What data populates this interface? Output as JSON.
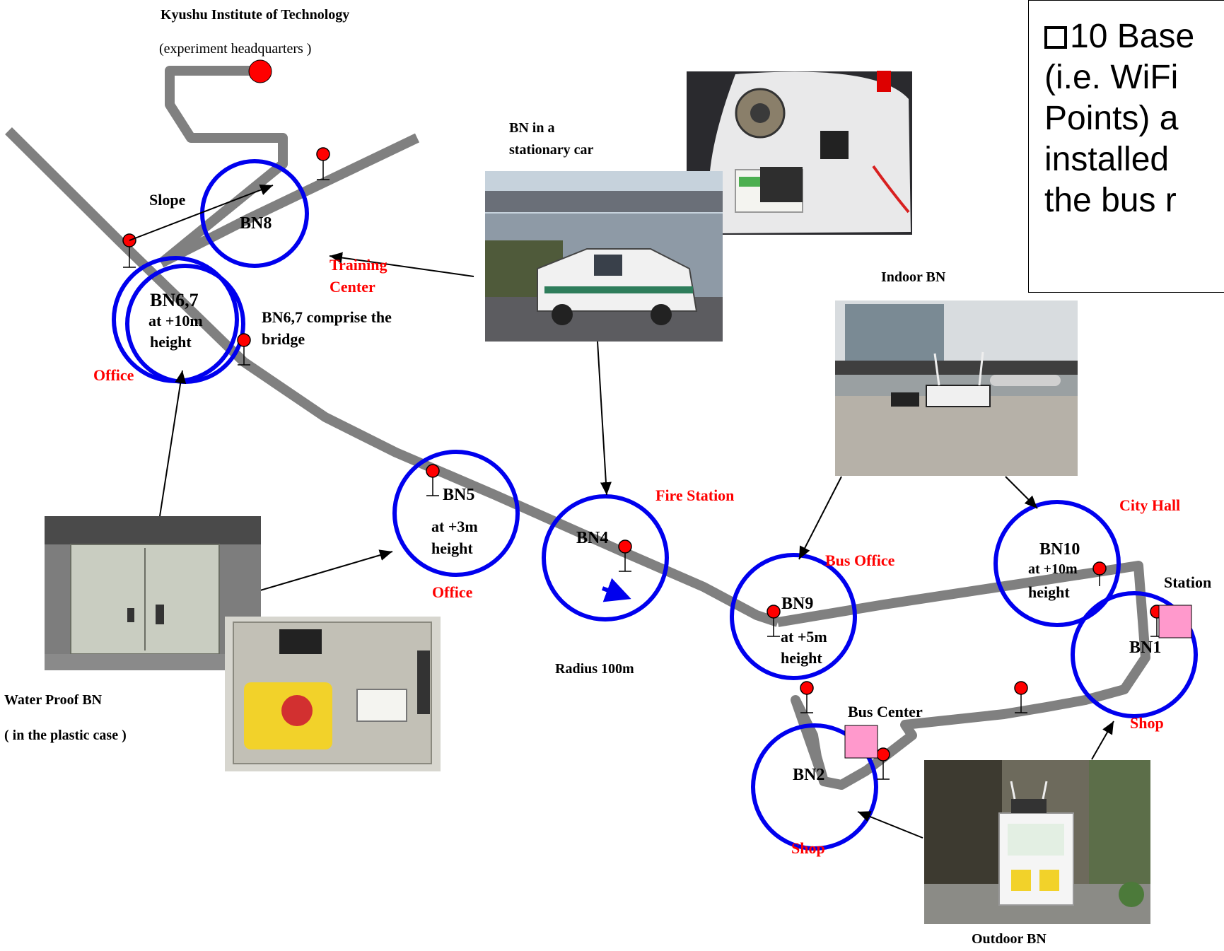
{
  "headquarters": {
    "title": "Kyushu Institute of Technology",
    "subtitle": "(experiment headquarters )"
  },
  "callout": {
    "lines": [
      "10 Base",
      "(i.e. WiFi",
      "Points) a",
      "installed",
      "the bus r"
    ]
  },
  "nodes": {
    "bn8": "BN8",
    "bn67": {
      "name": "BN6,7",
      "line2": "at +10m",
      "line3": "height"
    },
    "bn5": {
      "name": "BN5",
      "line2": "at +3m",
      "line3": "height"
    },
    "bn4": "BN4",
    "bn9": {
      "name": "BN9",
      "line2": "at +5m",
      "line3": "height"
    },
    "bn10": {
      "name": "BN10",
      "line2": "at +10m",
      "line3": "height"
    },
    "bn1": "BN1",
    "bn2": "BN2"
  },
  "places": {
    "training_center_1": "Training",
    "training_center_2": "Center",
    "office_top": "Office",
    "office_mid": "Office",
    "fire_station": "Fire Station",
    "bus_office": "Bus Office",
    "city_hall": "City Hall",
    "station": "Station",
    "bus_center": "Bus Center",
    "shop_right": "Shop",
    "shop_bottom": "Shop"
  },
  "annotations": {
    "slope": "Slope",
    "bridge_1": "BN6,7 comprise the",
    "bridge_2": "bridge",
    "radius": "Radius 100m",
    "car_1": "BN in a",
    "car_2": "stationary  car",
    "indoor": "Indoor BN",
    "outdoor": "Outdoor BN",
    "waterproof_1": "Water Proof BN",
    "waterproof_2": "( in the plastic case )"
  },
  "colors": {
    "route": "#808080",
    "coverage": "#0000ee",
    "marker": "#ff0000",
    "place_label": "#ff0000",
    "building": "#ff99cc"
  },
  "icons": [
    "pin-marker-icon",
    "building-square-icon",
    "direction-arrow-icon"
  ]
}
